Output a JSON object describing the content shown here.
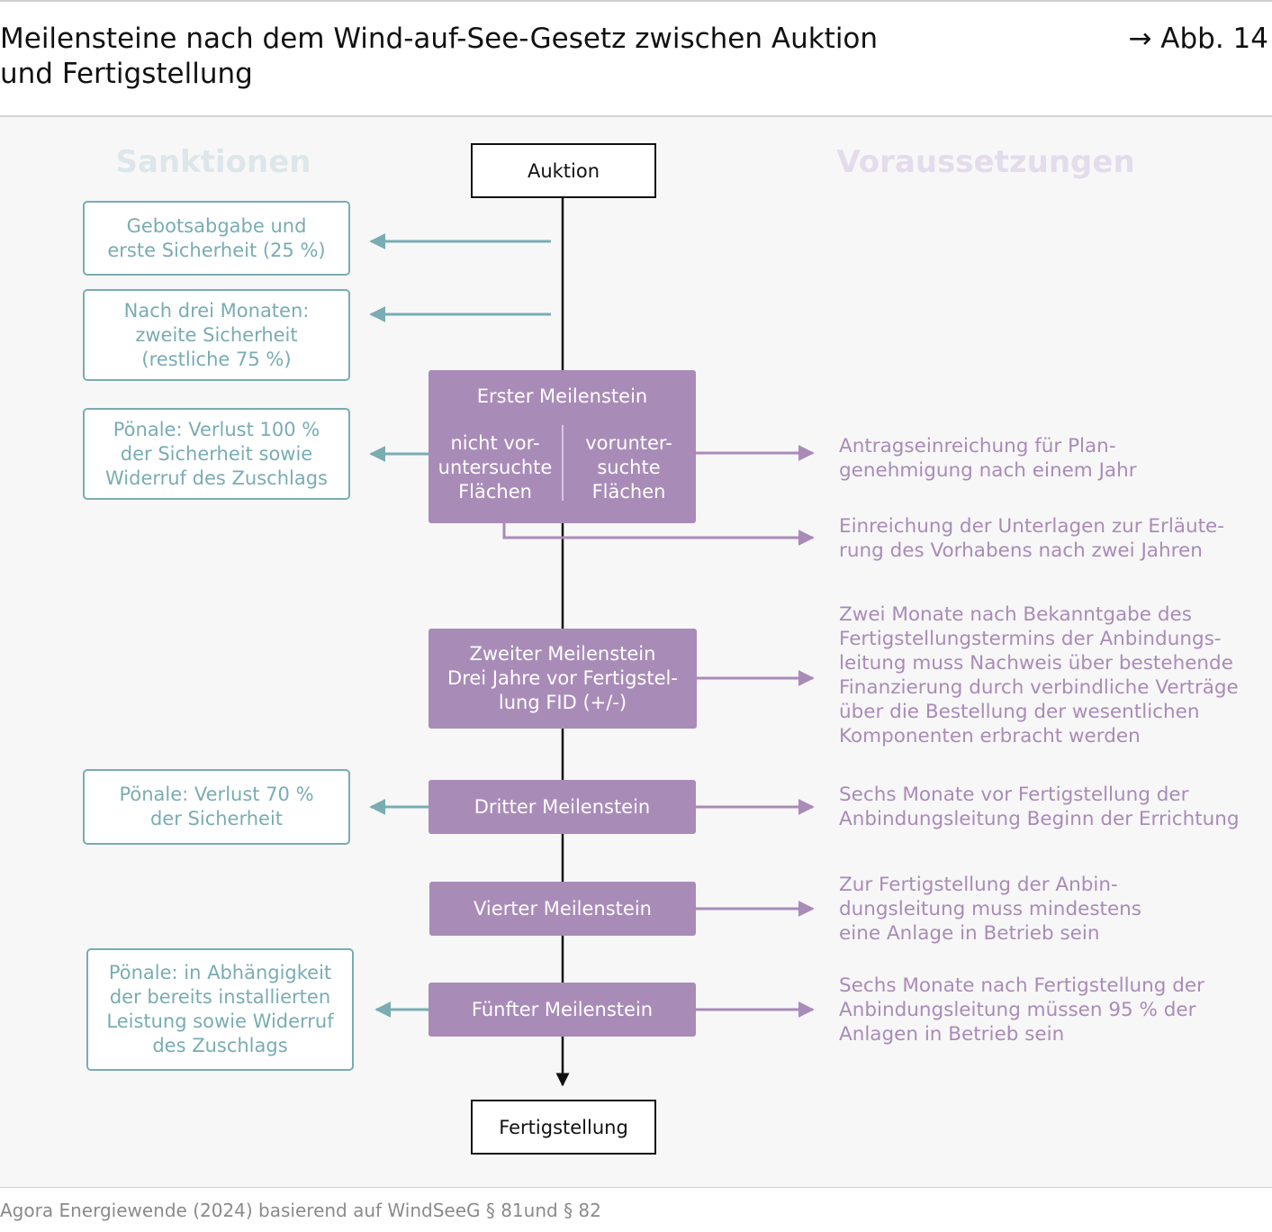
{
  "header": {
    "title": "Meilensteine nach dem Wind-auf-See-Gesetz zwischen Auktion und Fertigstellung",
    "figure_ref": "→ Abb. 14"
  },
  "columns": {
    "left_heading": "Sanktionen",
    "right_heading": "Voraussetzungen"
  },
  "colors": {
    "sanction": "#79acb3",
    "milestone": "#a98bb8",
    "timeline": "#111111"
  },
  "timeline": {
    "start": "Auktion",
    "end": "Fertigstellung"
  },
  "milestones": {
    "first": {
      "title": "Erster Meilenstein",
      "left": "nicht vor-\nuntersuchte\nFlächen",
      "right": "vorunter-\nsuchte\nFlächen"
    },
    "second": "Zweiter Meilenstein\nDrei Jahre vor Fertigstel-\nlung FID (+/-)",
    "third": "Dritter Meilenstein",
    "fourth": "Vierter Meilenstein",
    "fifth": "Fünfter Meilenstein"
  },
  "sanctions": [
    "Gebotsabgabe und\nerste Sicherheit (25 %)",
    "Nach drei Monaten:\nzweite Sicherheit\n(restliche 75 %)",
    "Pönale: Verlust 100 %\nder Sicherheit sowie\nWiderruf des Zuschlags",
    "Pönale: Verlust 70 %\nder Sicherheit",
    "Pönale: in Abhängigkeit\nder bereits installierten\nLeistung sowie Widerruf\ndes Zuschlags"
  ],
  "requirements": [
    "Antragseinreichung für Plan-\ngenehmigung nach einem Jahr",
    "Einreichung der Unterlagen zur Erläute-\nrung des Vorhabens nach zwei Jahren",
    "Zwei Monate nach Bekanntgabe des\nFertigstellungstermins der Anbindungs-\nleitung muss Nachweis über bestehende\nFinanzierung durch verbindliche Verträge\nüber die Bestellung der wesentlichen\nKomponenten erbracht werden",
    "Sechs Monate vor Fertigstellung der\nAnbindungsleitung Beginn der Errichtung",
    "Zur Fertigstellung der Anbin-\ndungsleitung muss mindestens\neine Anlage in Betrieb sein",
    "Sechs Monate nach Fertigstellung der\nAnbindungsleitung müssen 95 % der\nAnlagen in Betrieb sein"
  ],
  "source": "Agora Energiewende (2024) basierend auf WindSeeG § 81und § 82"
}
